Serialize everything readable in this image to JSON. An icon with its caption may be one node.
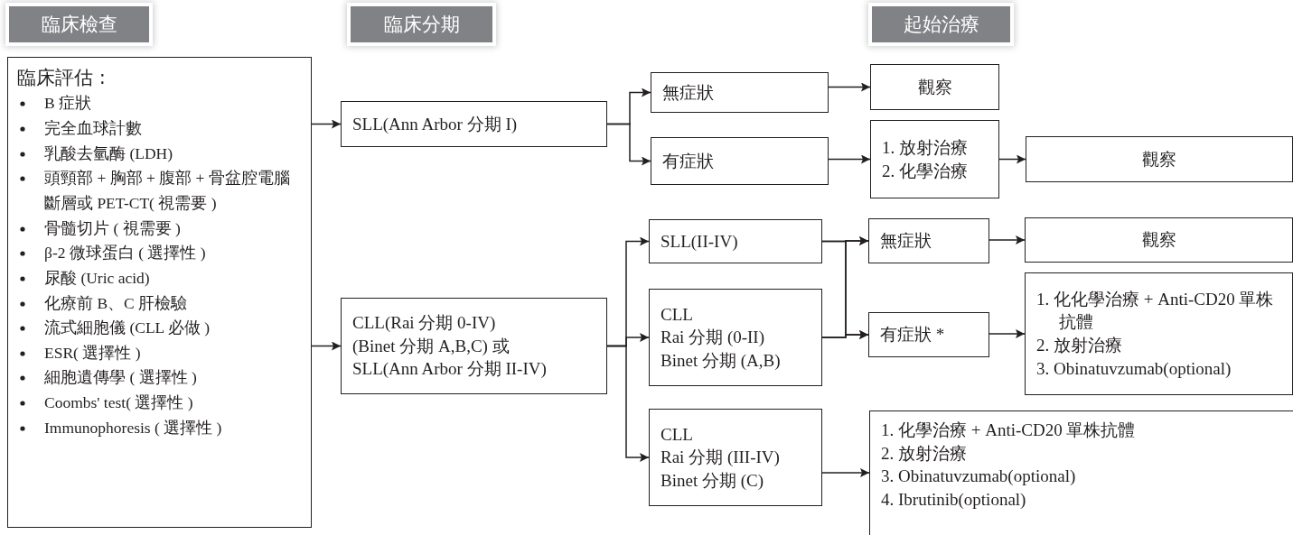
{
  "diagram": {
    "nodes": [
      {
        "text": [
          "臨床檢查"
        ]
      },
      {
        "text": [
          "臨床分期"
        ]
      },
      {
        "text": [
          "起始治療"
        ]
      },
      {
        "text": [
          "臨床評估 :",
          "B 症狀",
          "完全血球計數",
          "乳酸去氫酶 (LDH)",
          "頭頸部 + 胸部 + 腹部 + 骨盆腔電腦斷層或 PET-CT( 視需要 )",
          "骨髓切片 ( 視需要 )",
          "β-2 微球蛋白 ( 選擇性 )",
          "尿酸 (Uric acid)",
          "化療前 B、C 肝檢驗",
          "流式細胞儀 (CLL 必做 )",
          "ESR( 選擇性 )",
          "細胞遺傳學 ( 選擇性 )",
          "Coombs' test( 選擇性 )",
          "Immunophoresis ( 選擇性 )"
        ]
      },
      {
        "text": [
          "SLL(Ann Arbor 分期 I)"
        ]
      },
      {
        "text": [
          "CLL(Rai 分期 0-IV)",
          "(Binet 分期 A,B,C) 或",
          "SLL(Ann Arbor 分期 II-IV)"
        ]
      },
      {
        "text": [
          "無症狀"
        ]
      },
      {
        "text": [
          "有症狀"
        ]
      },
      {
        "text": [
          "觀察"
        ]
      },
      {
        "text": [
          "1. 放射治療",
          "2. 化學治療"
        ]
      },
      {
        "text": [
          "觀察"
        ]
      },
      {
        "text": [
          "SLL(II-IV)"
        ]
      },
      {
        "text": [
          "CLL",
          "Rai 分期 (0-II)",
          "Binet 分期 (A,B)"
        ]
      },
      {
        "text": [
          "CLL",
          "Rai 分期 (III-IV)",
          "Binet 分期 (C)"
        ]
      },
      {
        "text": [
          "無症狀"
        ]
      },
      {
        "text": [
          "有症狀 *"
        ]
      },
      {
        "text": [
          "觀察"
        ]
      },
      {
        "text": [
          "1. 化化學治療 + Anti-CD20 單株抗體",
          "2. 放射治療",
          "3. Obinatuvzumab(optional)"
        ]
      },
      {
        "text": [
          "1. 化學治療 + Anti-CD20 單株抗體",
          "2. 放射治療",
          "3. Obinatuvzumab(optional)",
          "4. Ibrutinib(optional)"
        ]
      }
    ],
    "edges": [
      {
        "from": 3,
        "to": 4,
        "arrow": "to"
      },
      {
        "from": 3,
        "to": 5,
        "arrow": "to"
      },
      {
        "from": 4,
        "to": 6,
        "arrow": "to"
      },
      {
        "from": 4,
        "to": 7,
        "arrow": "to"
      },
      {
        "from": 6,
        "to": 8,
        "arrow": "to"
      },
      {
        "from": 7,
        "to": 9,
        "arrow": "to"
      },
      {
        "from": 9,
        "to": 10,
        "arrow": "to"
      },
      {
        "from": 5,
        "to": 11,
        "arrow": "to"
      },
      {
        "from": 5,
        "to": 12,
        "arrow": "to"
      },
      {
        "from": 5,
        "to": 13,
        "arrow": "to"
      },
      {
        "from": 11,
        "to": 14,
        "arrow": "to"
      },
      {
        "from": 11,
        "to": 15,
        "arrow": "to"
      },
      {
        "from": 12,
        "to": 14,
        "arrow": "to"
      },
      {
        "from": 12,
        "to": 15,
        "arrow": "to"
      },
      {
        "from": 14,
        "to": 16,
        "arrow": "to"
      },
      {
        "from": 15,
        "to": 17,
        "arrow": "to"
      },
      {
        "from": 13,
        "to": 18,
        "arrow": "to"
      }
    ]
  }
}
